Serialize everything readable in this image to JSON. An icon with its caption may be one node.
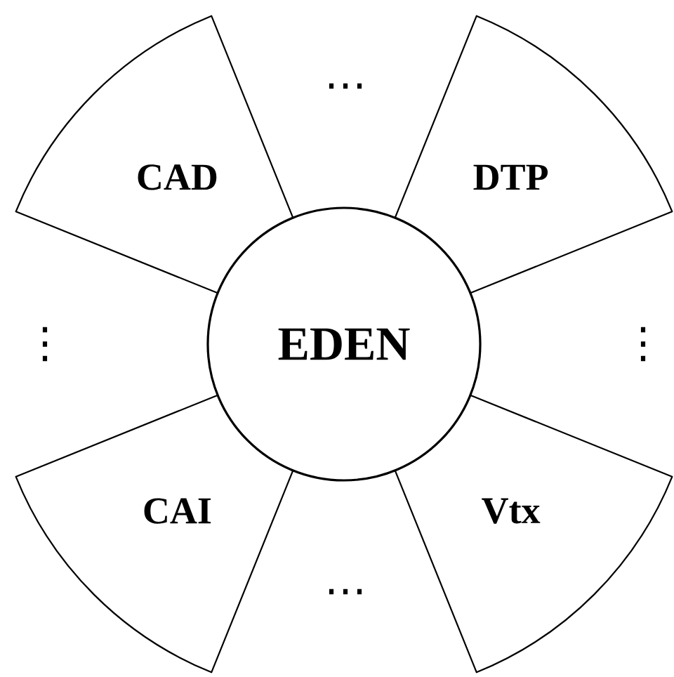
{
  "diagram": {
    "nodes": [
      {
        "text": [
          "CAD"
        ]
      },
      {
        "text": [
          "DTP"
        ]
      },
      {
        "text": [
          "EDEN"
        ]
      },
      {
        "text": [
          "CAI"
        ]
      },
      {
        "text": [
          "Vtx"
        ]
      }
    ],
    "labels": [
      "⋯",
      "⋮",
      "⋮",
      "⋯"
    ]
  }
}
